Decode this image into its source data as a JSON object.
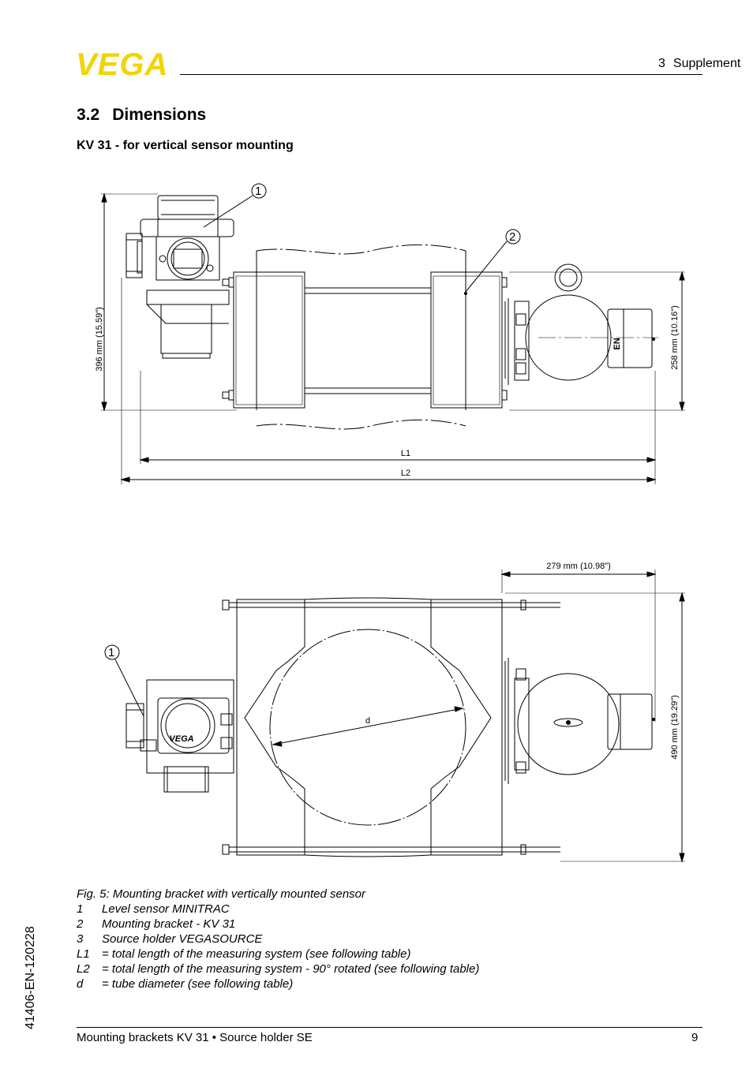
{
  "header": {
    "logo_text": "VEGA",
    "section_number": "3",
    "section_title": "Supplement"
  },
  "heading": {
    "number": "3.2",
    "title": "Dimensions"
  },
  "subheading": "KV 31 - for vertical sensor mounting",
  "figure_top": {
    "callout_1": "1",
    "callout_2": "2",
    "device_label": "EN",
    "dim_height_left": "396 mm (15.59\")",
    "dim_height_right": "258 mm (10.16\")",
    "dim_l1": "L1",
    "dim_l2": "L2"
  },
  "figure_bottom": {
    "callout_1": "1",
    "sensor_logo": "VEGA",
    "dim_width_top": "279 mm (10.98\")",
    "dim_height_right": "490 mm (19.29\")",
    "dim_d": "d"
  },
  "caption": {
    "title": "Fig. 5: Mounting bracket with vertically mounted sensor",
    "items": [
      {
        "key": "1",
        "text": "Level sensor MINITRAC"
      },
      {
        "key": "2",
        "text": "Mounting bracket - KV 31"
      },
      {
        "key": "3",
        "text": "Source holder VEGASOURCE"
      },
      {
        "key": "L1",
        "text": "= total length of the measuring system (see following table)"
      },
      {
        "key": "L2",
        "text": "= total length of the measuring system - 90° rotated (see following table)"
      },
      {
        "key": "d",
        "text": "= tube diameter (see following table)"
      }
    ]
  },
  "side_code": "41406-EN-120228",
  "footer": {
    "doc_title": "Mounting brackets KV 31 • Source holder SE",
    "page_number": "9"
  },
  "colors": {
    "logo_yellow": "#f2d400",
    "line": "#000000",
    "light_gray": "#bbbbbb"
  }
}
